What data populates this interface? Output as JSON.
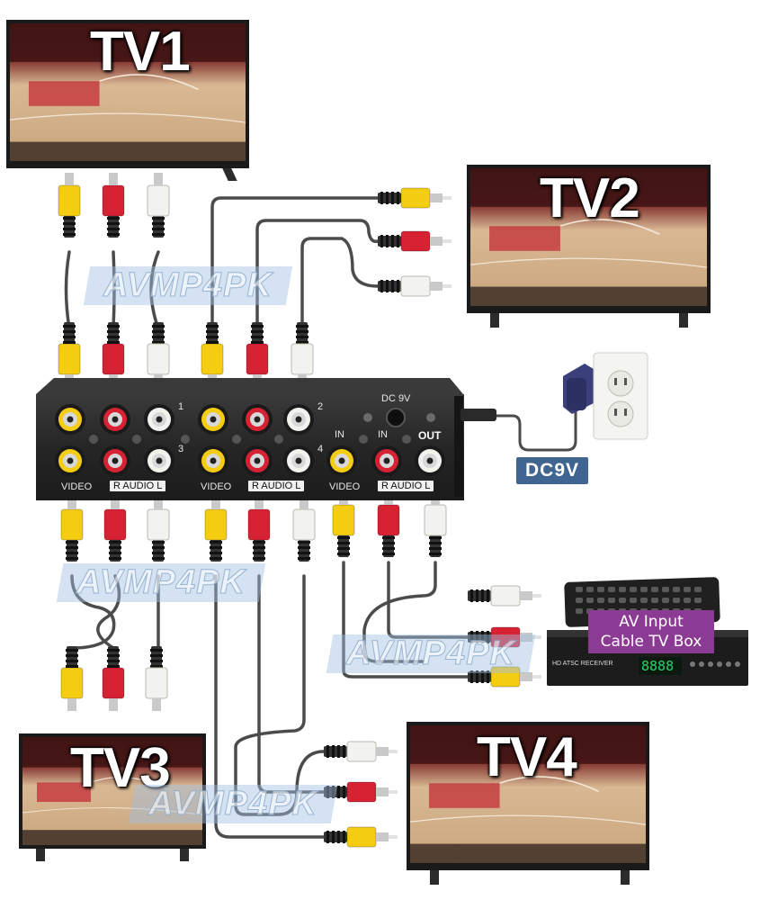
{
  "tvs": [
    {
      "id": "tv1",
      "label": "TV1"
    },
    {
      "id": "tv2",
      "label": "TV2"
    },
    {
      "id": "tv3",
      "label": "TV3"
    },
    {
      "id": "tv4",
      "label": "TV4"
    }
  ],
  "watermark": "AVMP4PK",
  "switch_box": {
    "group_labels": {
      "video": "VIDEO",
      "audio": "R AUDIO L",
      "in": "IN",
      "out": "OUT",
      "dc": "DC 9V"
    },
    "port_numbers": [
      "1",
      "2",
      "3",
      "4"
    ]
  },
  "power": {
    "label": "DC9V"
  },
  "source_device": {
    "line1": "AV Input",
    "line2": "Cable TV Box",
    "display": "8888",
    "model_text": "HD ATSC RECEIVER"
  },
  "colors": {
    "video_plug": "#f4cd12",
    "right_audio_plug": "#d62233",
    "left_audio_plug": "#f2f2ee",
    "box_body": "#2b2b2b",
    "dc_badge": "#3f6590",
    "source_label": "#8c3b95"
  }
}
